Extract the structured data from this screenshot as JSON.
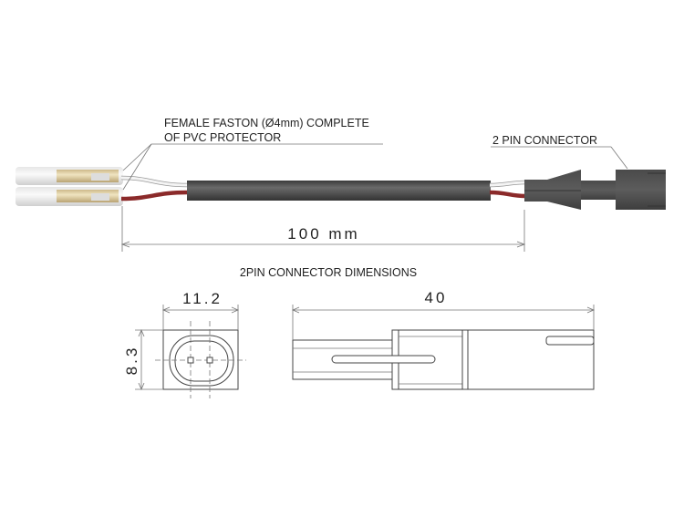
{
  "labels": {
    "faston_line1": "FEMALE FASTON (Ø4mm) COMPLETE",
    "faston_line2": "OF PVC PROTECTOR",
    "connector": "2 PIN CONNECTOR",
    "cable_length": "100 mm",
    "dimensions_title": "2PIN CONNECTOR DIMENSIONS",
    "width": "11.2",
    "height": "8.3",
    "length": "40"
  },
  "colors": {
    "cable": "#4a4a4a",
    "wire_red": "#8b2a2a",
    "wire_white": "#f2f2f2",
    "brass": "#e0cfa0",
    "connector": "#555555"
  }
}
